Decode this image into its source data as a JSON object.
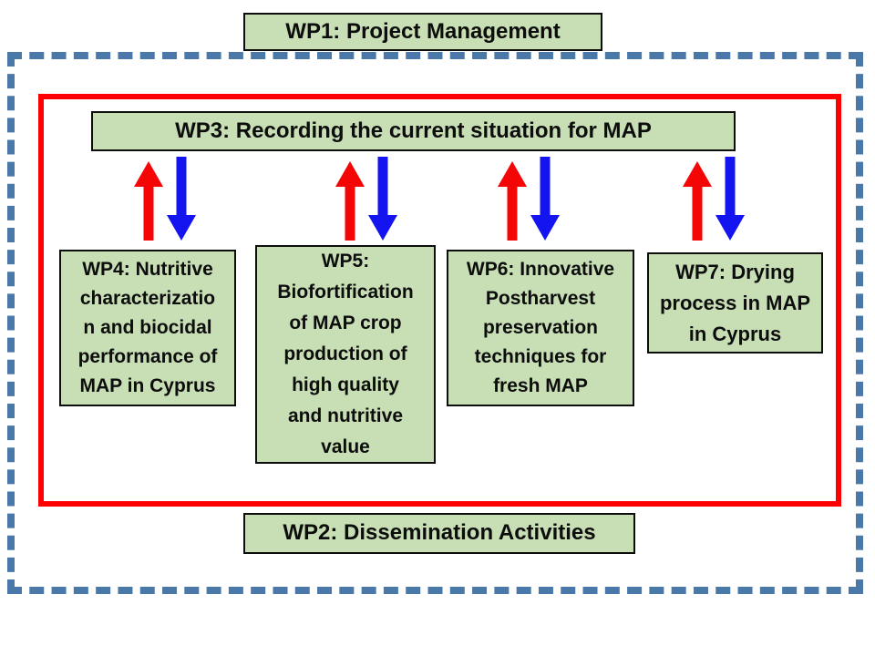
{
  "diagram": {
    "boxes": {
      "wp1": {
        "label": "WP1: Project Management"
      },
      "wp2": {
        "label": "WP2: Dissemination Activities"
      },
      "wp3": {
        "label": "WP3: Recording the current situation for MAP"
      },
      "wp4": {
        "label": "WP4: Nutritive\ncharacterizatio\nn and biocidal\nperformance of\nMAP in Cyprus"
      },
      "wp5": {
        "label": "WP5:\nBiofortification\nof MAP crop\nproduction of\nhigh quality\nand nutritive\nvalue"
      },
      "wp6": {
        "label": "WP6: Innovative\nPostharvest\npreservation\ntechniques for\nfresh MAP"
      },
      "wp7": {
        "label": "WP7: Drying\nprocess in MAP\nin Cyprus"
      }
    },
    "arrow_pairs_count": 4,
    "colors": {
      "box_fill": "#c8dfb5",
      "box_border": "#0d0d0d",
      "outer_dashed_frame": "#4a78a8",
      "inner_solid_frame": "#fe0000",
      "arrow_up": "#f40606",
      "arrow_down": "#1414f0"
    }
  }
}
